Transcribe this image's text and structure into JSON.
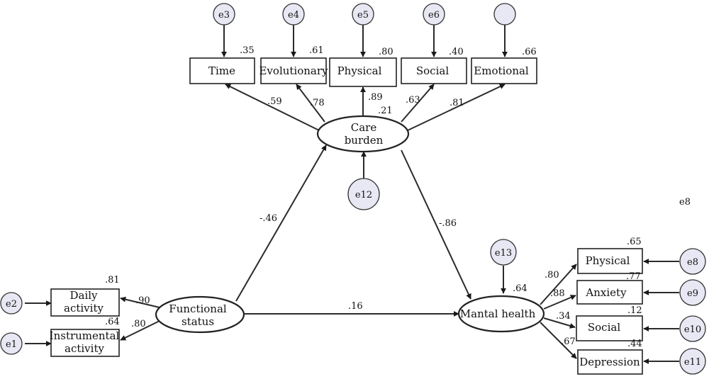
{
  "indicators": {
    "time": "Time",
    "evolutionary": "Evolutionary",
    "physical_cb": "Physical",
    "social_cb": "Social",
    "emotional": "Emotional",
    "daily_activity": [
      "Daily",
      "activity"
    ],
    "instrumental_activity": [
      "Instrumental",
      "activity"
    ],
    "physical_mh": "Physical",
    "anxiety": "Anxiety",
    "social_mh": "Social",
    "depression": "Depression"
  },
  "latents": {
    "care_burden": [
      "Care",
      "burden"
    ],
    "functional_status": [
      "Functional",
      "status"
    ],
    "mental_health": "Mantal health"
  },
  "errors": {
    "e1": "e1",
    "e2": "e2",
    "e3": "e3",
    "e4": "e4",
    "e5": "e5",
    "e6": "e6",
    "e7": "",
    "e8": "e8",
    "e9": "e9",
    "e10": "e10",
    "e11": "e11",
    "e12": "e12",
    "e13": "e13",
    "e8_stray": "e8"
  },
  "r_squared": {
    "time": ".35",
    "evolutionary": ".61",
    "physical_cb": ".80",
    "social_cb": ".40",
    "emotional": ".66",
    "daily_activity": ".81",
    "instrumental_activity": ".64",
    "physical_mh": ".65",
    "anxiety": ".77",
    "social_mh": ".12",
    "depression": ".44",
    "care_burden": ".21",
    "mental_health": ".64"
  },
  "loadings": {
    "time": ".59",
    "evolutionary": ".78",
    "physical_cb": ".89",
    "social_cb": ".63",
    "emotional": ".81",
    "daily_activity": ".90",
    "instrumental_activity": ".80",
    "physical_mh": ".80",
    "anxiety": ".88",
    "social_mh": ".34",
    "depression": ".67"
  },
  "paths": {
    "fs_to_cb": "-.46",
    "cb_to_mh": "-.86",
    "fs_to_mh": ".16"
  },
  "colors": {
    "error_fill": "#e8e8f4",
    "stroke": "#222222"
  }
}
